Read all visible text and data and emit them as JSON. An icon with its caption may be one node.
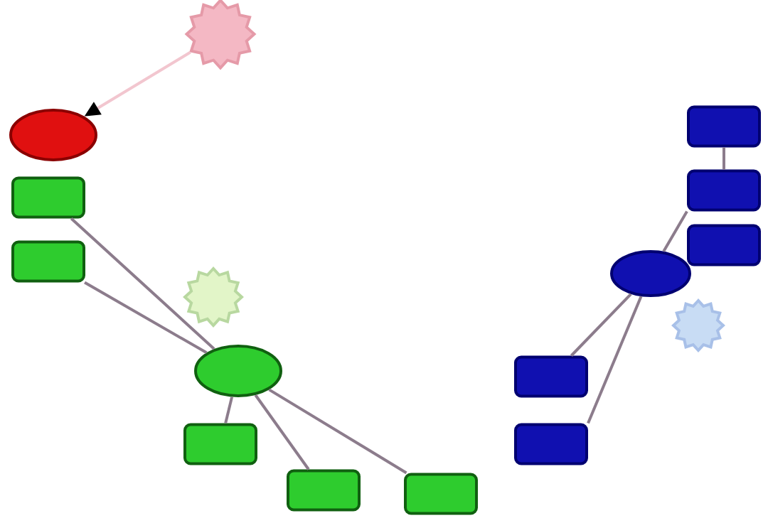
{
  "diagram": {
    "nodes": [
      {
        "text": [],
        "shape": "star"
      },
      {
        "text": [],
        "shape": "ellipse"
      },
      {
        "text": [],
        "shape": "box"
      },
      {
        "text": [],
        "shape": "box"
      },
      {
        "text": [],
        "shape": "star"
      },
      {
        "text": [],
        "shape": "ellipse"
      },
      {
        "text": [],
        "shape": "box"
      },
      {
        "text": [],
        "shape": "box"
      },
      {
        "text": [],
        "shape": "box"
      },
      {
        "text": [],
        "shape": "box"
      },
      {
        "text": [],
        "shape": "box"
      },
      {
        "text": [],
        "shape": "box"
      },
      {
        "text": [],
        "shape": "ellipse"
      },
      {
        "text": [],
        "shape": "star"
      },
      {
        "text": [],
        "shape": "box"
      },
      {
        "text": [],
        "shape": "box"
      }
    ],
    "edges": [
      {
        "from": 0,
        "to": 1,
        "arrow": "to",
        "color": "#f2c6cf"
      },
      {
        "from": 2,
        "to": 5,
        "arrow": "none"
      },
      {
        "from": 3,
        "to": 5,
        "arrow": "none"
      },
      {
        "from": 5,
        "to": 6,
        "arrow": "none"
      },
      {
        "from": 5,
        "to": 7,
        "arrow": "none"
      },
      {
        "from": 5,
        "to": 8,
        "arrow": "none"
      },
      {
        "from": 9,
        "to": 10,
        "arrow": "none"
      },
      {
        "from": 10,
        "to": 12,
        "arrow": "none"
      },
      {
        "from": 12,
        "to": 14,
        "arrow": "none"
      },
      {
        "from": 12,
        "to": 15,
        "arrow": "none"
      }
    ]
  }
}
